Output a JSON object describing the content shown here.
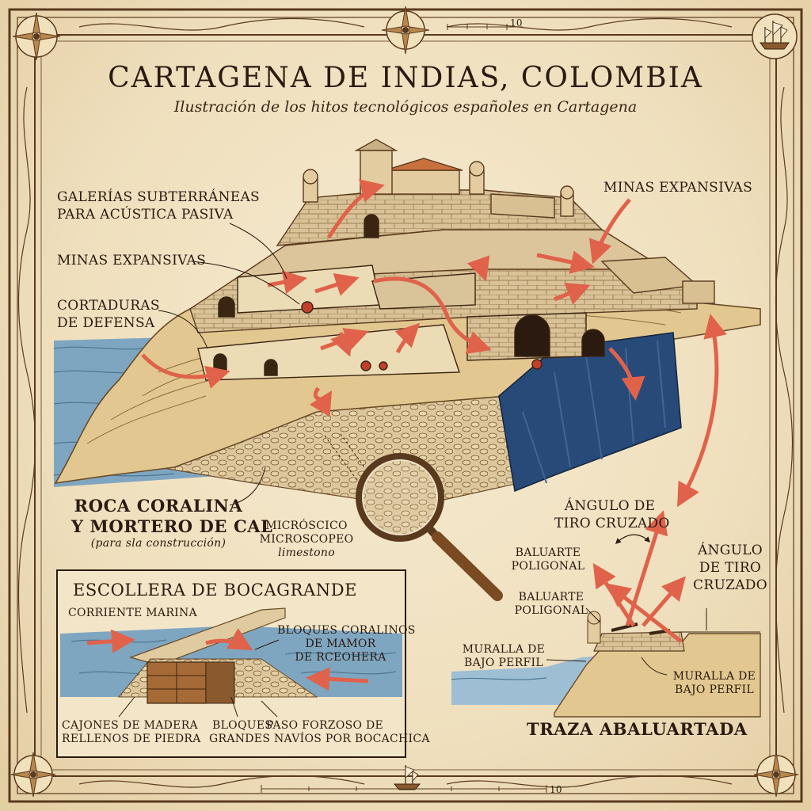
{
  "header": {
    "title": "CARTAGENA DE INDIAS, COLOMBIA",
    "subtitle": "Ilustración de los hitos tecnológicos españoles en Cartagena"
  },
  "labels": {
    "galerias": [
      "GALERÍAS SUBTERRÁNEAS",
      "PARA ACÚSTICA PASIVA"
    ],
    "minas_left": "MINAS EXPANSIVAS",
    "cortaduras": [
      "CORTADURAS",
      "DE DEFENSA"
    ],
    "minas_right": "MINAS EXPANSIVAS",
    "roca": [
      "ROCA CORALINA",
      "Y MORTERO DE CAL"
    ],
    "roca_note": "(para sla construcción)",
    "microscope": [
      "MICRÓSCICO",
      "MICROSCOPEO"
    ],
    "microscope_note": "limestono",
    "angulo_1": [
      "ÁNGULO DE",
      "TIRO CRUZADO"
    ],
    "angulo_2": [
      "ÁNGULO",
      "DE TIRO",
      "CRUZADO"
    ],
    "baluarte_1": [
      "BALUARTE",
      "POLIGONAL"
    ],
    "baluarte_2": [
      "BALUARTE",
      "POLIGONAL"
    ],
    "muralla_1": [
      "MURALLA DE",
      "BAJO PERFIL"
    ],
    "muralla_2": [
      "MURALLA DE",
      "BAJO PERFIL"
    ],
    "traza": "TRAZA ABALUARTADA"
  },
  "inset": {
    "title": "ESCOLLERA DE BOCAGRANDE",
    "corriente": "CORRIENTE MARINA",
    "bloques_coralinos": [
      "BLOQUES CORALINOS",
      "DE MAMOR",
      "DE RCEOHERA"
    ],
    "cajones": [
      "CAJONES DE MADERA",
      "RELLENOS DE PIEDRA"
    ],
    "bloques": "BLOQUES",
    "paso": [
      "PASO FORZOSO DE",
      "GRANDES NAVÍOS POR BOCACHICA"
    ]
  },
  "scale": {
    "top_mark": "10",
    "bottom_mark": "10"
  },
  "colors": {
    "parchment": "#efdfbd",
    "ink": "#2a1a10",
    "arrow": "#e0624a",
    "sea": "#5f8fb0",
    "deep_water": "#1f3c66",
    "stone": "#d8c08e"
  }
}
